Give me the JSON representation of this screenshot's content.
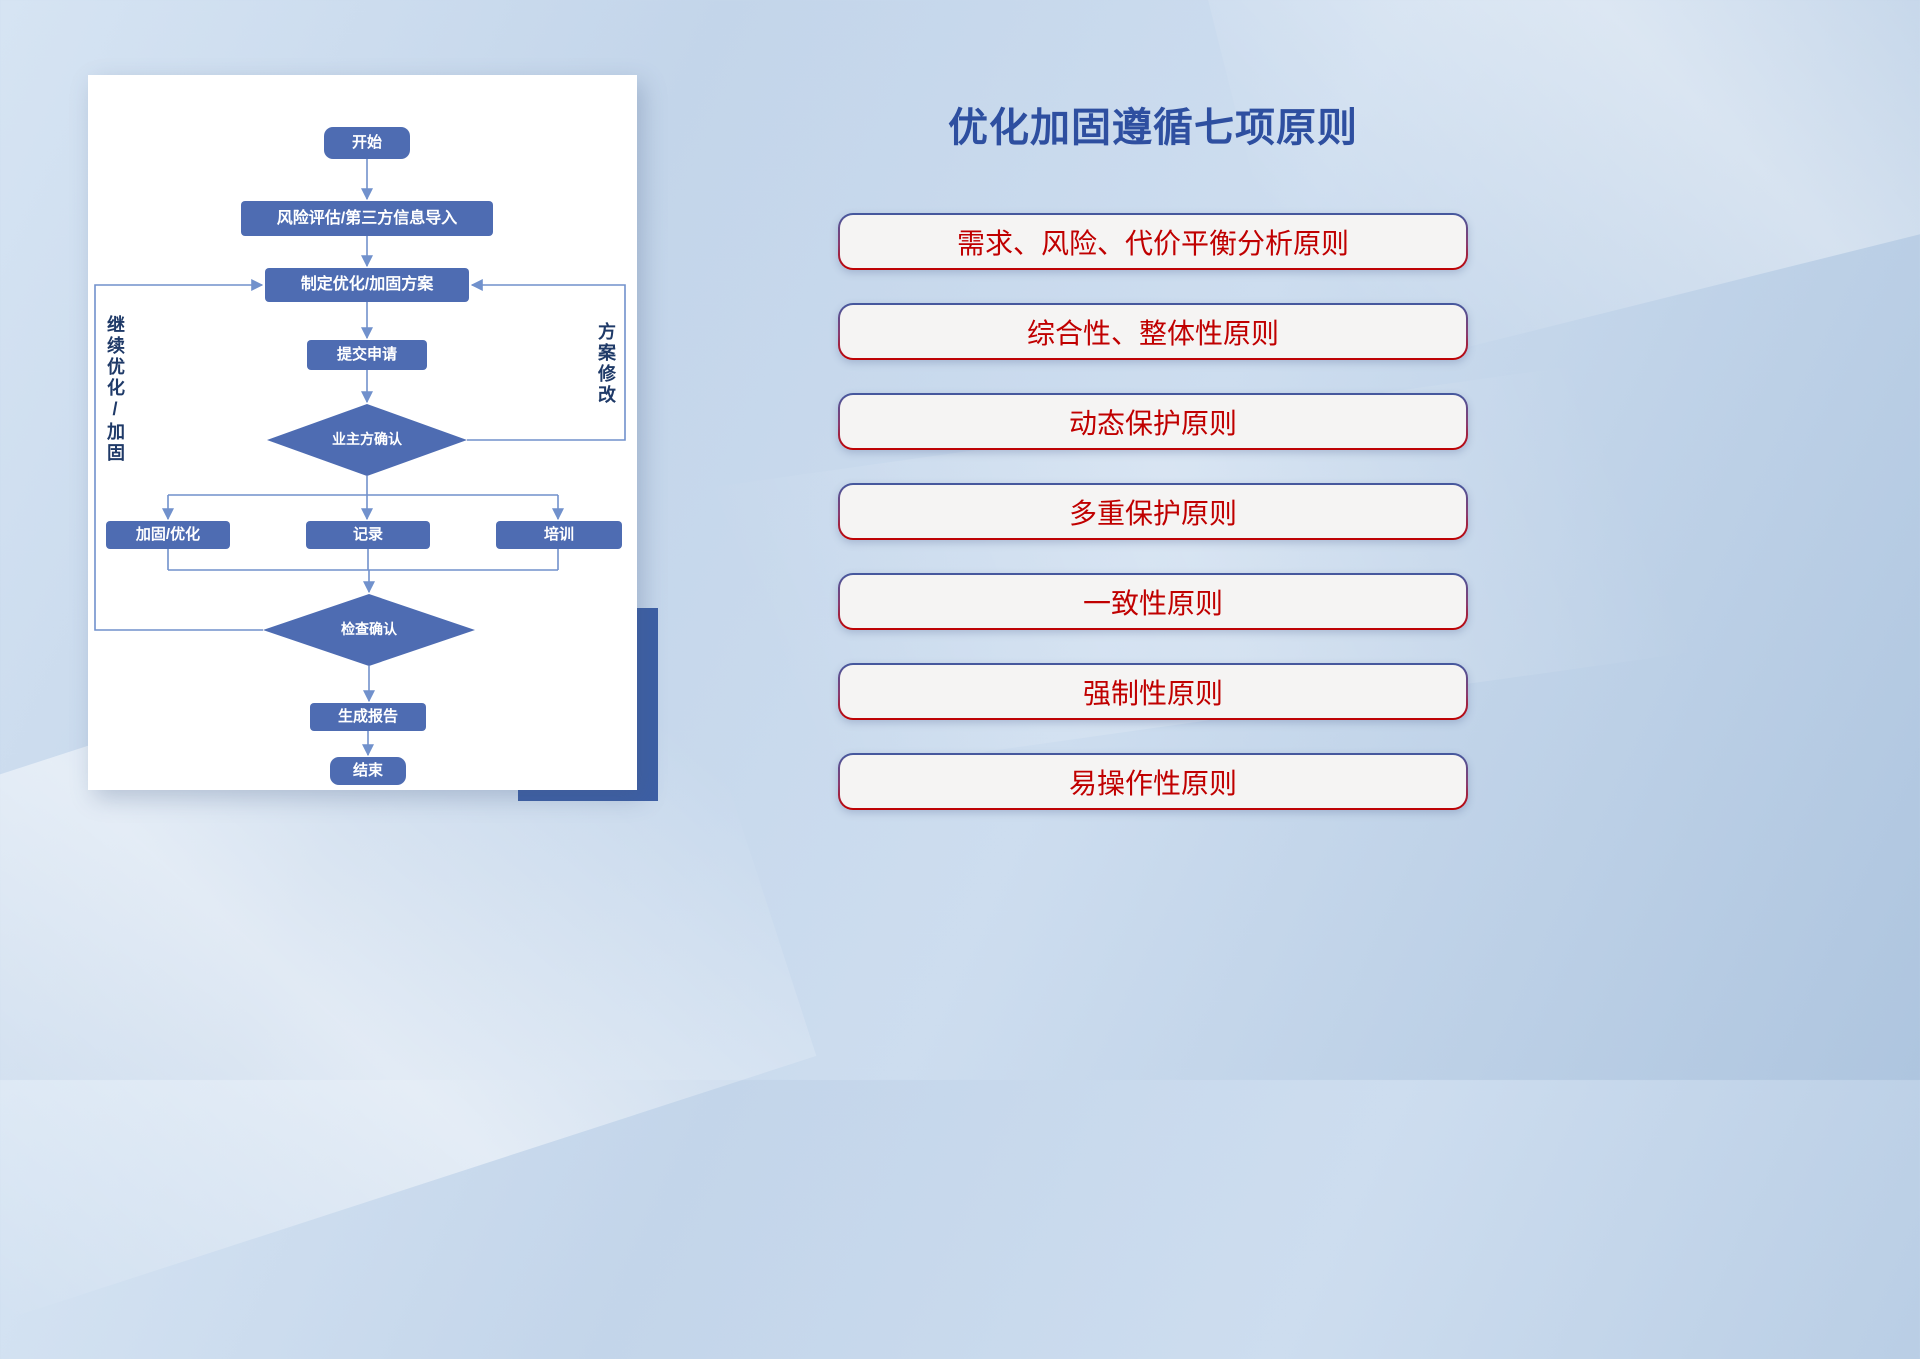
{
  "flowchart": {
    "nodes": {
      "start": "开始",
      "risk": "风险评估/第三方信息导入",
      "plan": "制定优化/加固方案",
      "submit": "提交申请",
      "owner_confirm": "业主方确认",
      "harden": "加固/优化",
      "record": "记录",
      "training": "培训",
      "check_confirm": "检查确认",
      "report": "生成报告",
      "end": "结束"
    },
    "labels": {
      "left_loop": "继续优化/加固",
      "right_loop": "方案修改"
    },
    "colors": {
      "node_fill": "#4e6cb2",
      "node_text": "#ffffff",
      "connector": "#7191cc",
      "side_label": "#1f3a68",
      "accent_block": "#3d5fa5"
    }
  },
  "panel": {
    "title": "优化加固遵循七项原则",
    "title_color": "#2e4fa0",
    "text_color": "#c00000",
    "principles": [
      "需求、风险、代价平衡分析原则",
      "综合性、整体性原则",
      "动态保护原则",
      "多重保护原则",
      "一致性原则",
      "强制性原则",
      "易操作性原则"
    ]
  }
}
